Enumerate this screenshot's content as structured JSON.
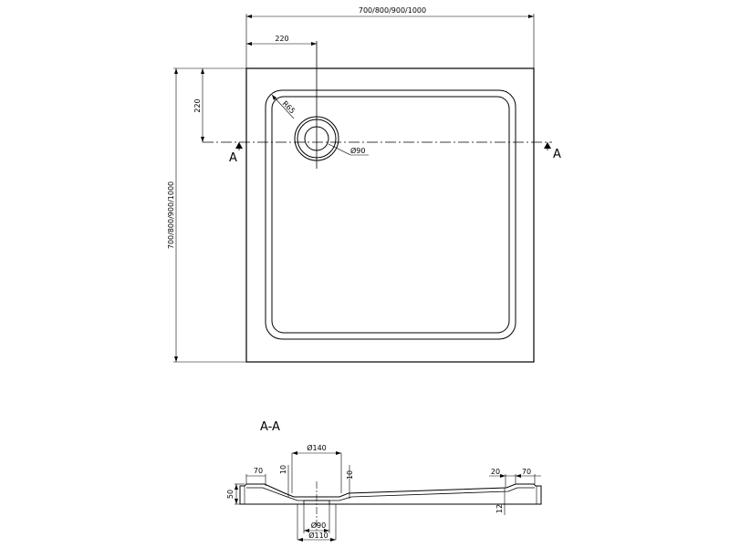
{
  "plan": {
    "width_label": "700/800/900/1000",
    "height_label": "700/800/900/1000",
    "offset_x": "220",
    "offset_y": "220",
    "radius": "R65",
    "drain_diameter": "Ø90",
    "section_mark_left": "A",
    "section_mark_right": "A"
  },
  "section": {
    "title": "A-A",
    "d140": "Ø140",
    "d90": "Ø90",
    "d110": "Ø110",
    "dim_70_left": "70",
    "dim_10_left": "10",
    "dim_10_right": "10",
    "dim_20": "20",
    "dim_70_right": "70",
    "dim_50": "50",
    "dim_12": "12"
  }
}
